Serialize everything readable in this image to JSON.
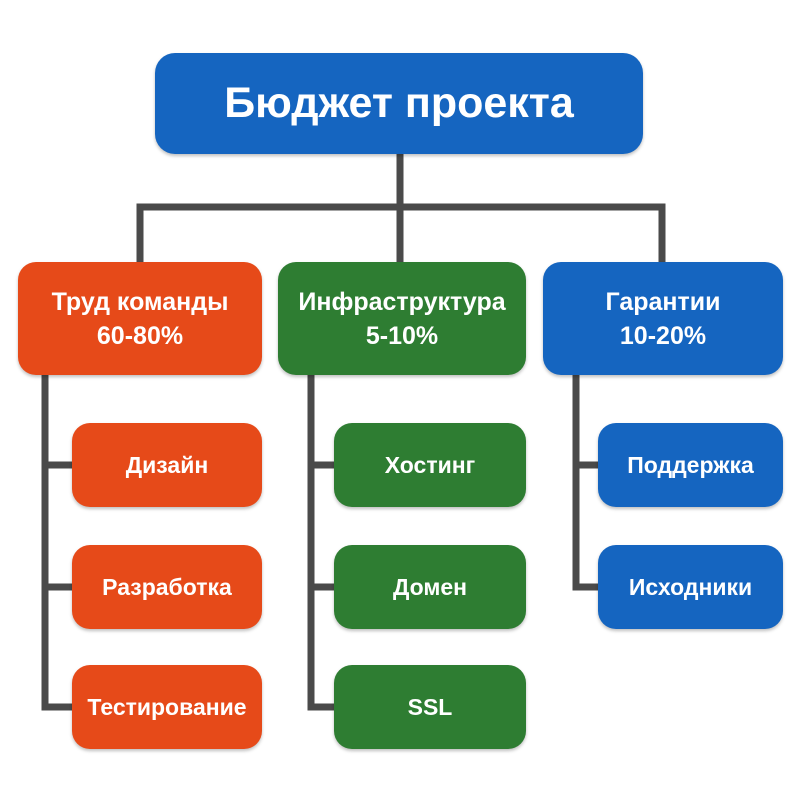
{
  "colors": {
    "root": "#1565c0",
    "labor": "#e64a19",
    "infra": "#2e7d32",
    "guarantees": "#1565c0",
    "connector": "#4a4a4a"
  },
  "root": {
    "title": "Бюджет проекта"
  },
  "categories": [
    {
      "name": "Труд команды",
      "share": "60-80%",
      "color_key": "labor",
      "items": [
        "Дизайн",
        "Разработка",
        "Тестирование"
      ]
    },
    {
      "name": "Инфраструктура",
      "share": "5-10%",
      "color_key": "infra",
      "items": [
        "Хостинг",
        "Домен",
        "SSL"
      ]
    },
    {
      "name": "Гарантии",
      "share": "10-20%",
      "color_key": "guarantees",
      "items": [
        "Поддержка",
        "Исходники"
      ]
    }
  ]
}
